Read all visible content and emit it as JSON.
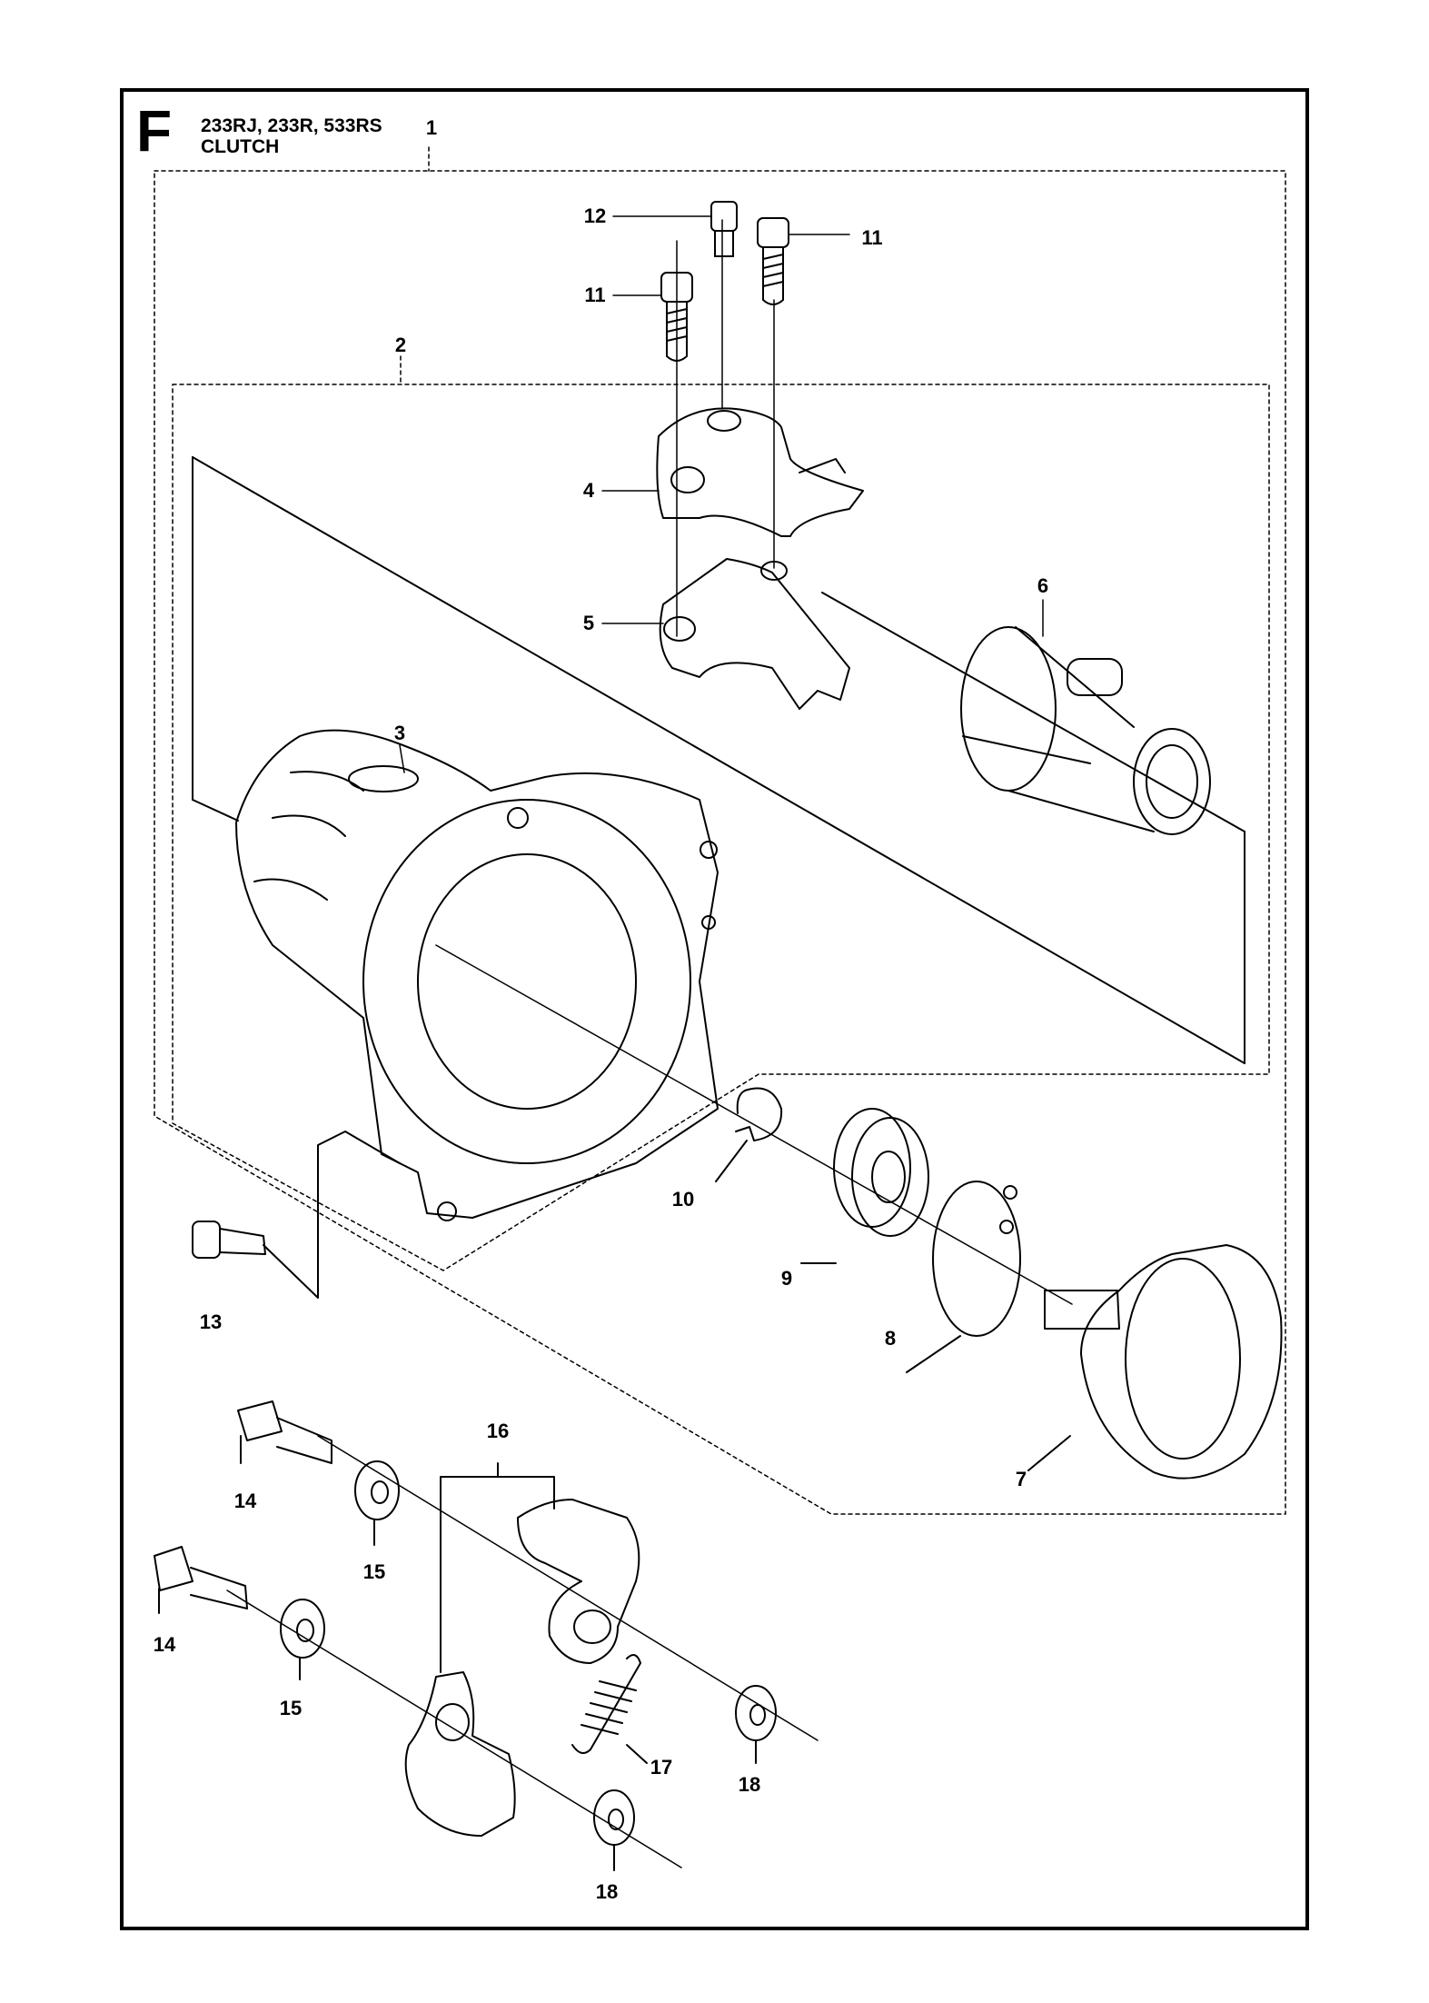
{
  "header": {
    "section_letter": "F",
    "models": "233RJ, 233R, 533RS",
    "assembly": "CLUTCH"
  },
  "callouts": [
    "1",
    "2",
    "3",
    "4",
    "5",
    "6",
    "7",
    "8",
    "9",
    "10",
    "11",
    "11",
    "12",
    "13",
    "14",
    "14",
    "15",
    "15",
    "16",
    "17",
    "18",
    "18"
  ]
}
